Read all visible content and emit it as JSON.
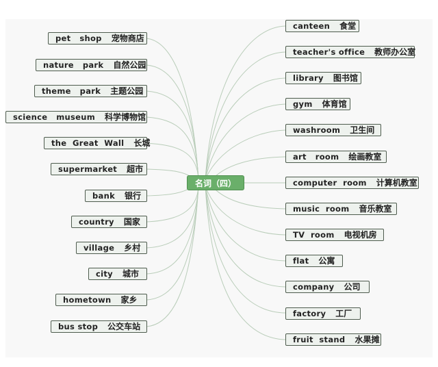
{
  "center": {
    "label": "名词（四）"
  },
  "colors": {
    "center_fill": "#6aaf6a",
    "node_fill": "#eef2ee",
    "node_border": "#4d5b4d",
    "link": "#b9cdb9",
    "panel": "#f8f8f8"
  },
  "left_nodes": [
    {
      "en": "pet   shop",
      "zh": "宠物商店"
    },
    {
      "en": "nature   park",
      "zh": "自然公园"
    },
    {
      "en": "theme   park",
      "zh": "主题公园"
    },
    {
      "en": "science   museum",
      "zh": "科学博物馆"
    },
    {
      "en": "the  Great  Wall",
      "zh": "长城"
    },
    {
      "en": "supermarket",
      "zh": "超市"
    },
    {
      "en": "bank",
      "zh": "银行"
    },
    {
      "en": "country",
      "zh": "国家"
    },
    {
      "en": "village",
      "zh": "乡村"
    },
    {
      "en": "city",
      "zh": "城市"
    },
    {
      "en": "hometown",
      "zh": "家乡"
    },
    {
      "en": "bus stop",
      "zh": "公交车站"
    }
  ],
  "right_nodes": [
    {
      "en": "canteen",
      "zh": "食堂"
    },
    {
      "en": "teacher's office",
      "zh": "教师办公室"
    },
    {
      "en": "library",
      "zh": "图书馆"
    },
    {
      "en": "gym",
      "zh": "体育馆"
    },
    {
      "en": "washroom",
      "zh": "卫生间"
    },
    {
      "en": "art   room",
      "zh": "绘画教室"
    },
    {
      "en": "computer  room",
      "zh": "计算机教室"
    },
    {
      "en": "music  room",
      "zh": "音乐教室"
    },
    {
      "en": "TV  room",
      "zh": "电视机房"
    },
    {
      "en": "flat",
      "zh": "公寓"
    },
    {
      "en": "company",
      "zh": "公司"
    },
    {
      "en": "factory",
      "zh": "工厂"
    },
    {
      "en": "fruit  stand",
      "zh": "水果摊"
    }
  ]
}
